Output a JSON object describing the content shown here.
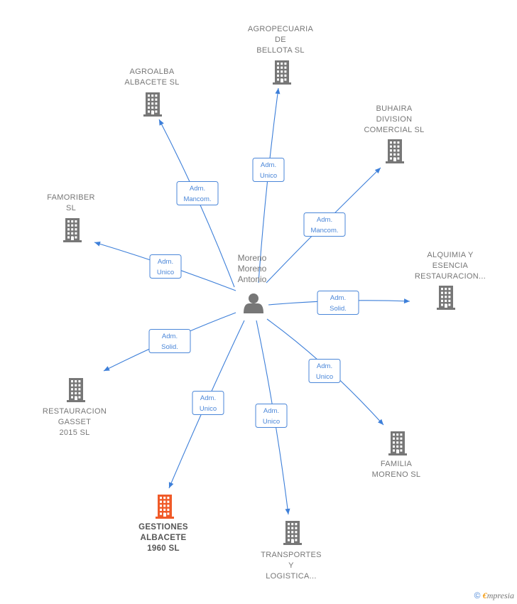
{
  "colors": {
    "accent": "#3d7fd9",
    "node": "#777777",
    "highlight": "#f05a28"
  },
  "center": {
    "name_lines": [
      "Moreno",
      "Moreno",
      "Antonio"
    ],
    "icon": "person-icon"
  },
  "companies": [
    {
      "id": "agropecuaria",
      "lines": [
        "AGROPECUARIA",
        "DE",
        "BELLOTA  SL"
      ],
      "icon": "building-icon",
      "highlight": false
    },
    {
      "id": "agroalba",
      "lines": [
        "AGROALBA",
        "ALBACETE  SL"
      ],
      "icon": "building-icon",
      "highlight": false
    },
    {
      "id": "buhaira",
      "lines": [
        "BUHAIRA",
        "DIVISION",
        "COMERCIAL SL"
      ],
      "icon": "building-icon",
      "highlight": false
    },
    {
      "id": "famoriber",
      "lines": [
        "FAMORIBER",
        "SL"
      ],
      "icon": "building-icon",
      "highlight": false
    },
    {
      "id": "alquimia",
      "lines": [
        "ALQUIMIA Y",
        "ESENCIA",
        "RESTAURACION..."
      ],
      "icon": "building-icon",
      "highlight": false
    },
    {
      "id": "restauracion",
      "lines": [
        "RESTAURACION",
        "GASSET",
        "2015  SL"
      ],
      "icon": "building-icon",
      "highlight": false
    },
    {
      "id": "familia",
      "lines": [
        "FAMILIA",
        "MORENO  SL"
      ],
      "icon": "building-icon",
      "highlight": false
    },
    {
      "id": "gestiones",
      "lines": [
        "GESTIONES",
        "ALBACETE",
        "1960  SL"
      ],
      "icon": "building-icon",
      "highlight": true
    },
    {
      "id": "transportes",
      "lines": [
        "TRANSPORTES",
        "Y",
        "LOGISTICA..."
      ],
      "icon": "building-icon",
      "highlight": false
    }
  ],
  "edges": [
    {
      "to": "agropecuaria",
      "label": [
        "Adm.",
        "Unico"
      ]
    },
    {
      "to": "agroalba",
      "label": [
        "Adm.",
        "Mancom."
      ]
    },
    {
      "to": "buhaira",
      "label": [
        "Adm.",
        "Mancom."
      ]
    },
    {
      "to": "famoriber",
      "label": [
        "Adm.",
        "Unico"
      ]
    },
    {
      "to": "alquimia",
      "label": [
        "Adm.",
        "Solid."
      ]
    },
    {
      "to": "restauracion",
      "label": [
        "Adm.",
        "Solid."
      ]
    },
    {
      "to": "familia",
      "label": [
        "Adm.",
        "Unico"
      ]
    },
    {
      "to": "gestiones",
      "label": [
        "Adm.",
        "Unico"
      ]
    },
    {
      "to": "transportes",
      "label": [
        "Adm.",
        "Unico"
      ]
    }
  ],
  "footer": {
    "copyright": "©",
    "brand_first": "€",
    "brand_rest": "mpresia"
  }
}
